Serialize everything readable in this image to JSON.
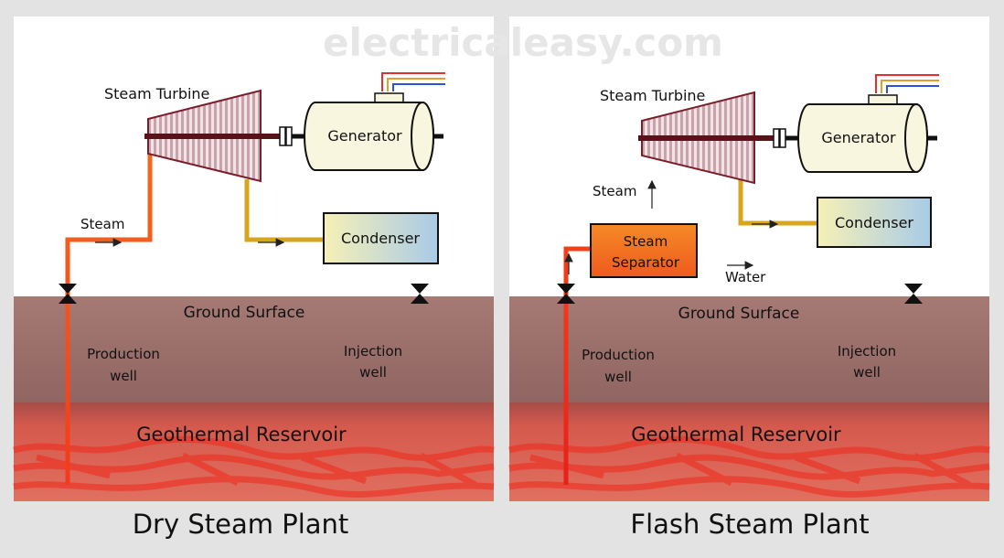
{
  "watermark": "electricaleasy.com",
  "colors": {
    "steam_hot": "#f03a1a",
    "steam_cool": "#d9a514",
    "injection": "#3f63d8",
    "water_pipe": "#d8207a",
    "ground": "#9b706c",
    "reservoir": "#cf4a42",
    "separator": "#f06422"
  },
  "panels": [
    {
      "caption": "Dry Steam Plant",
      "turbine_label": "Steam Turbine",
      "generator_label": "Generator",
      "condenser_label": "Condenser",
      "steam_label": "Steam",
      "ground_label": "Ground Surface",
      "production_label": [
        "Production",
        "well"
      ],
      "injection_label": [
        "Injection",
        "well"
      ],
      "reservoir_label": "Geothermal Reservoir"
    },
    {
      "caption": "Flash Steam Plant",
      "turbine_label": "Steam Turbine",
      "generator_label": "Generator",
      "condenser_label": "Condenser",
      "steam_label": "Steam",
      "separator_label": [
        "Steam",
        "Separator"
      ],
      "water_label": "Water",
      "ground_label": "Ground Surface",
      "production_label": [
        "Production",
        "well"
      ],
      "injection_label": [
        "Injection",
        "well"
      ],
      "reservoir_label": "Geothermal Reservoir"
    }
  ]
}
